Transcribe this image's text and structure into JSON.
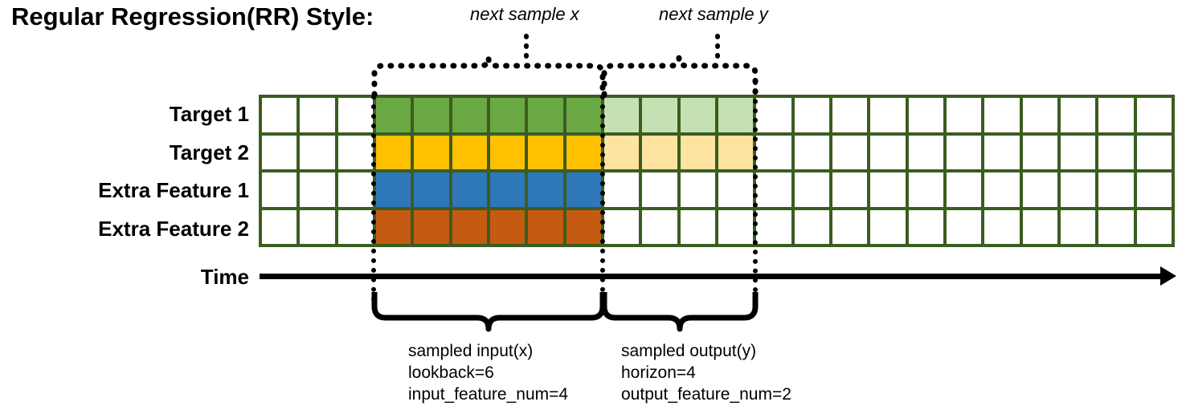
{
  "title": "Regular Regression(RR) Style:",
  "row_labels": {
    "target1": "Target 1",
    "target2": "Target 2",
    "feature1": "Extra Feature 1",
    "feature2": "Extra Feature 2",
    "time": "Time"
  },
  "callouts": {
    "next_sample_x": "next sample x",
    "next_sample_y": "next sample y"
  },
  "annotations": {
    "input": {
      "heading": "sampled input(x)",
      "line2": "lookback=6",
      "line3": "input_feature_num=4"
    },
    "output": {
      "heading": "sampled output(y)",
      "line2": "horizon=4",
      "line3": "output_feature_num=2"
    }
  },
  "colors": {
    "grid_line": "#3b5d20",
    "target1_input": "#6aa844",
    "target1_output": "#c5e0b3",
    "target2_input": "#ffc000",
    "target2_output": "#ffe3a0",
    "feature1_input": "#2e77b8",
    "feature2_input": "#c55a11",
    "empty": "#ffffff",
    "axis": "#000000"
  },
  "chart_data": {
    "type": "heatmap",
    "title": "Regular Regression(RR) Style:",
    "columns": 24,
    "rows": 4,
    "row_names": [
      "Target 1",
      "Target 2",
      "Extra Feature 1",
      "Extra Feature 2"
    ],
    "xlabel": "Time",
    "lookback": 6,
    "horizon": 4,
    "input_feature_num": 4,
    "output_feature_num": 2,
    "input_start_col": 3,
    "input_end_col": 9,
    "output_start_col": 9,
    "output_end_col": 13,
    "legend": [
      "sampled input(x)",
      "sampled output(y)"
    ],
    "cells": [
      [
        "empty",
        "empty",
        "empty",
        "target1_input",
        "target1_input",
        "target1_input",
        "target1_input",
        "target1_input",
        "target1_input",
        "target1_output",
        "target1_output",
        "target1_output",
        "target1_output",
        "empty",
        "empty",
        "empty",
        "empty",
        "empty",
        "empty",
        "empty",
        "empty",
        "empty",
        "empty",
        "empty"
      ],
      [
        "empty",
        "empty",
        "empty",
        "target2_input",
        "target2_input",
        "target2_input",
        "target2_input",
        "target2_input",
        "target2_input",
        "target2_output",
        "target2_output",
        "target2_output",
        "target2_output",
        "empty",
        "empty",
        "empty",
        "empty",
        "empty",
        "empty",
        "empty",
        "empty",
        "empty",
        "empty",
        "empty"
      ],
      [
        "empty",
        "empty",
        "empty",
        "feature1_input",
        "feature1_input",
        "feature1_input",
        "feature1_input",
        "feature1_input",
        "feature1_input",
        "empty",
        "empty",
        "empty",
        "empty",
        "empty",
        "empty",
        "empty",
        "empty",
        "empty",
        "empty",
        "empty",
        "empty",
        "empty",
        "empty",
        "empty"
      ],
      [
        "empty",
        "empty",
        "empty",
        "feature2_input",
        "feature2_input",
        "feature2_input",
        "feature2_input",
        "feature2_input",
        "feature2_input",
        "empty",
        "empty",
        "empty",
        "empty",
        "empty",
        "empty",
        "empty",
        "empty",
        "empty",
        "empty",
        "empty",
        "empty",
        "empty",
        "empty",
        "empty"
      ]
    ]
  }
}
